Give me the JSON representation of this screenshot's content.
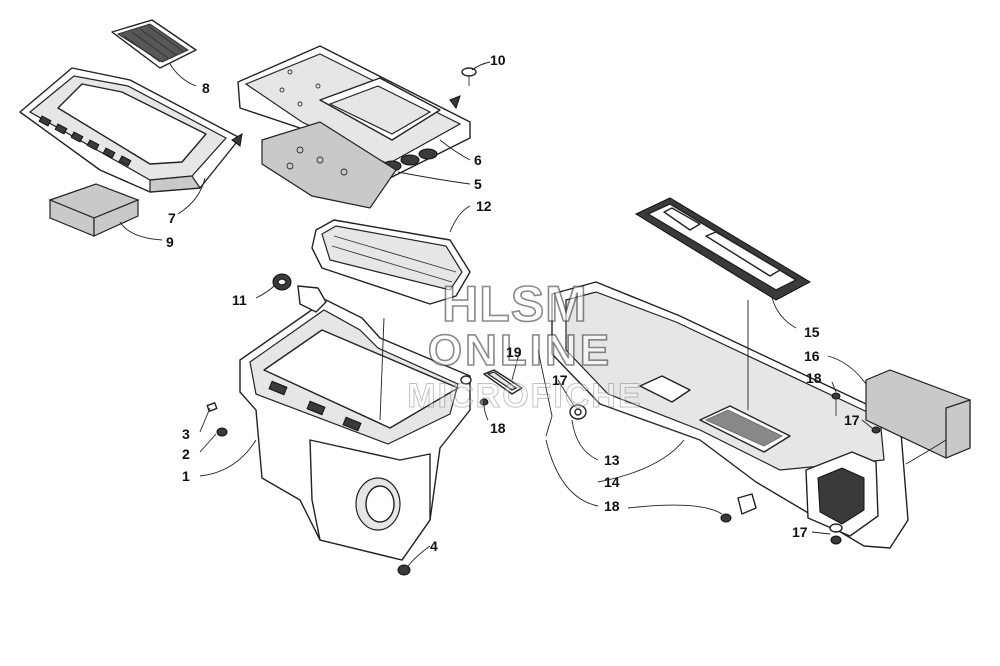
{
  "watermark": {
    "line1": "HLSM",
    "line2": "ONLINE",
    "line3": "MICROFICHE"
  },
  "callouts": [
    {
      "id": "c8",
      "label": "8"
    },
    {
      "id": "c10",
      "label": "10"
    },
    {
      "id": "c6",
      "label": "6"
    },
    {
      "id": "c5",
      "label": "5"
    },
    {
      "id": "c7",
      "label": "7"
    },
    {
      "id": "c9",
      "label": "9"
    },
    {
      "id": "c12",
      "label": "12"
    },
    {
      "id": "c11",
      "label": "11"
    },
    {
      "id": "c15",
      "label": "15"
    },
    {
      "id": "c16",
      "label": "16"
    },
    {
      "id": "c18a",
      "label": "18"
    },
    {
      "id": "c19",
      "label": "19"
    },
    {
      "id": "c17a",
      "label": "17"
    },
    {
      "id": "c18b",
      "label": "18"
    },
    {
      "id": "c17b",
      "label": "17"
    },
    {
      "id": "c3",
      "label": "3"
    },
    {
      "id": "c2",
      "label": "2"
    },
    {
      "id": "c1",
      "label": "1"
    },
    {
      "id": "c13",
      "label": "13"
    },
    {
      "id": "c14",
      "label": "14"
    },
    {
      "id": "c18c",
      "label": "18"
    },
    {
      "id": "c17c",
      "label": "17"
    },
    {
      "id": "c4",
      "label": "4"
    }
  ]
}
